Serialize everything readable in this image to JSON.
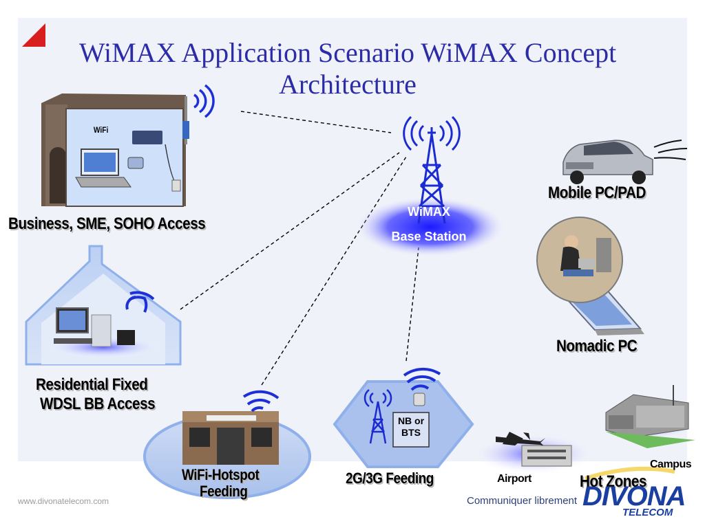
{
  "title": "WiMAX Application Scenario WiMAX Concept Architecture",
  "base_station": {
    "line1": "WiMAX",
    "line2": "Base Station"
  },
  "nodes": {
    "business": "Business, SME, SOHO Access",
    "wifi_tag": "WiFi",
    "residential_line1": "Residential Fixed",
    "residential_line2": "WDSL BB Access",
    "hotspot_line1": "WiFi-Hotspot",
    "hotspot_line2": "Feeding",
    "feeding_2g3g": "2G/3G Feeding",
    "nb_line1": "NB or",
    "nb_line2": "BTS",
    "mobile": "Mobile PC/PAD",
    "nomadic": "Nomadic PC",
    "airport": "Airport",
    "campus": "Campus",
    "hot_zones": "Hot Zones"
  },
  "footer": {
    "url": "www.divonatelecom.com",
    "tagline": "Communiquer librement",
    "logo": "DIVONA",
    "logo_sub": "TELECOM"
  },
  "colors": {
    "title": "#2c2ca8",
    "panel": "#f0f2f9",
    "glow": "#1a1aff",
    "wave": "#1d2fd6",
    "accent_red": "#d81e1e"
  },
  "icons": [
    "wimax-tower-icon",
    "building-icon",
    "house-icon",
    "car-icon",
    "laptop-icon",
    "airplane-icon",
    "campus-building-icon",
    "wifi-waves-icon"
  ]
}
